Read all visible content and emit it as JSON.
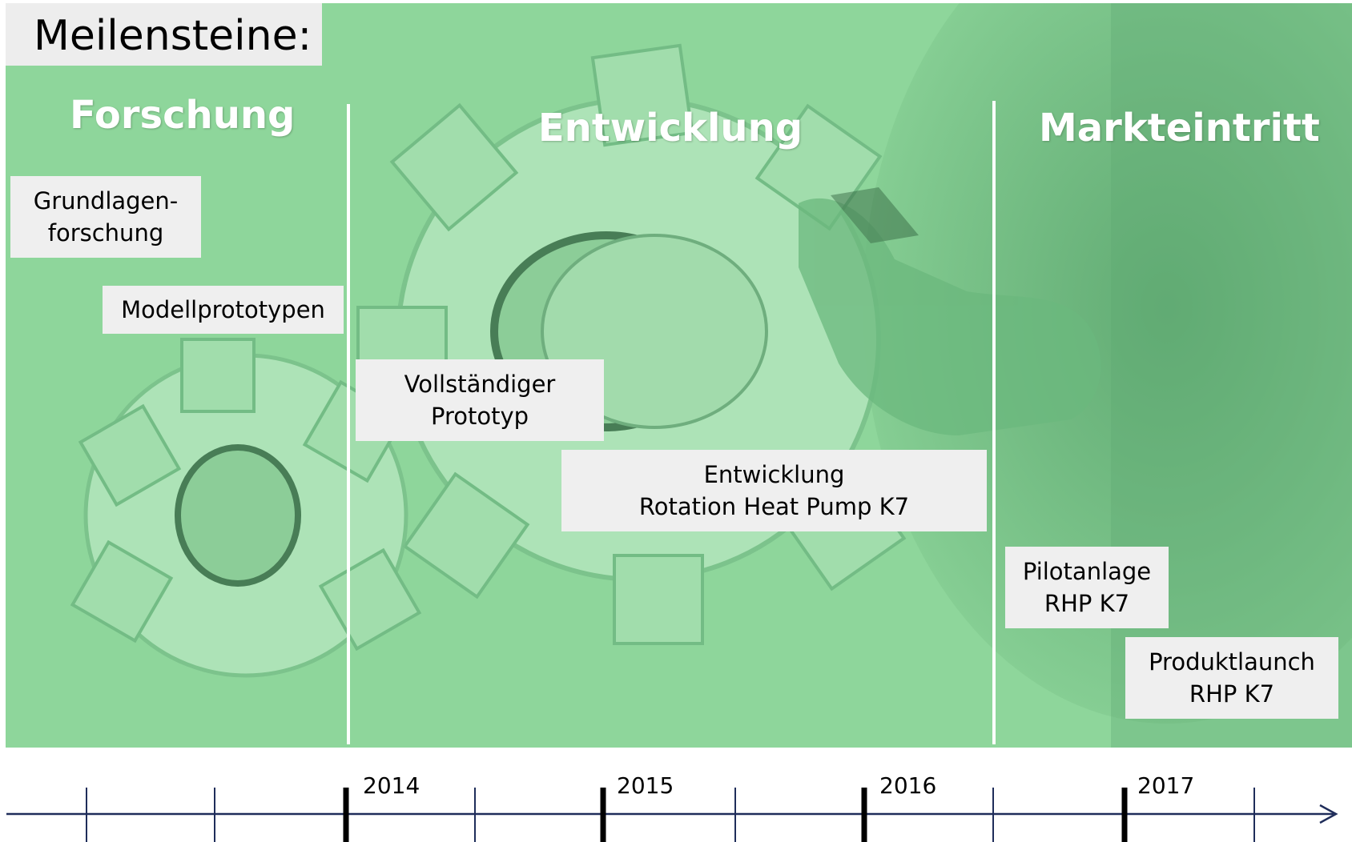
{
  "title": "Meilensteine:",
  "phases": {
    "research": "Forschung",
    "development": "Entwicklung",
    "market": "Markteintritt"
  },
  "milestones": {
    "basic_research": [
      "Grundlagen-",
      "forschung"
    ],
    "model_prototypes": [
      "Modellprototypen"
    ],
    "full_prototype": [
      "Vollständiger",
      "Prototyp"
    ],
    "development_rhp": [
      "Entwicklung",
      "Rotation Heat Pump K7"
    ],
    "pilot_plant": [
      "Pilotanlage",
      "RHP K7"
    ],
    "product_launch": [
      "Produktlaunch",
      "RHP K7"
    ]
  },
  "timeline": {
    "years": [
      "2014",
      "2015",
      "2016",
      "2017"
    ]
  },
  "colors": {
    "background_tint": "#8ed69b",
    "label_box": "#efefef",
    "axis": "#1f2d5a",
    "year_tick": "#000000"
  }
}
